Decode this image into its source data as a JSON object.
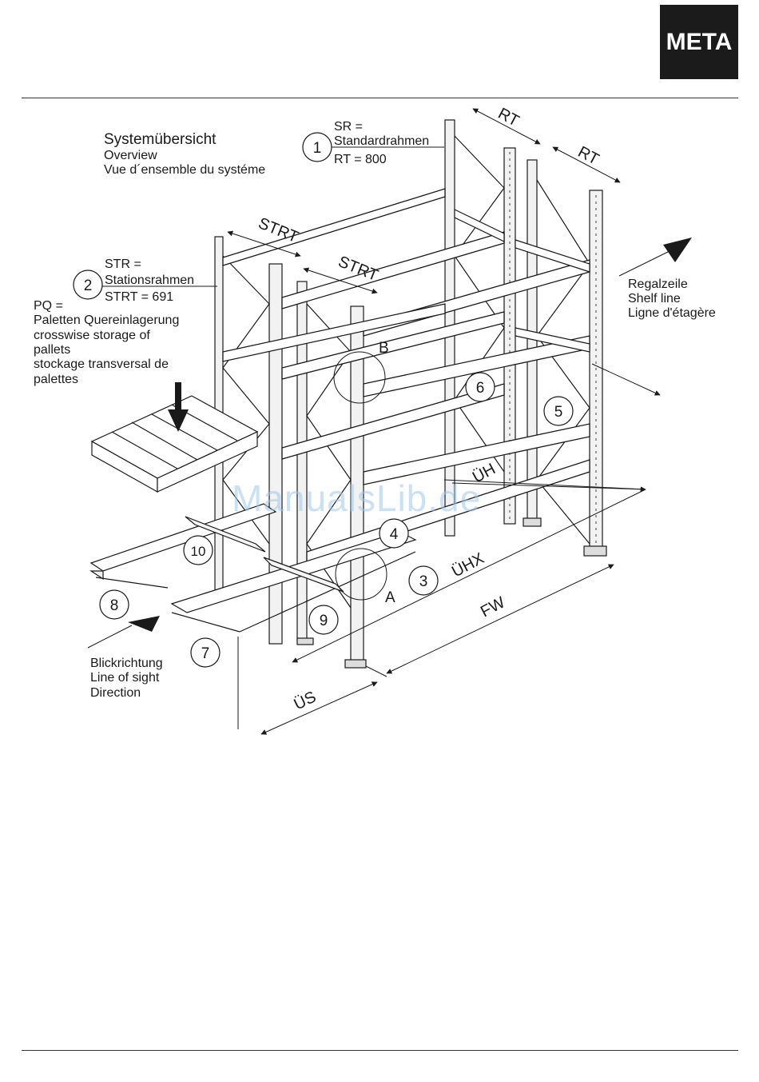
{
  "logo": {
    "text": "META"
  },
  "overview": {
    "title": "Systemübersicht",
    "line2": "Overview",
    "line3": "Vue d´ensemble du systéme"
  },
  "callouts": {
    "c1": {
      "num": "1",
      "l1": "SR =",
      "l2": "Standardrahmen",
      "l3": "RT = 800"
    },
    "c2": {
      "num": "2",
      "l1": "STR =",
      "l2": "Stationsrahmen",
      "l3": "STRT = 691"
    }
  },
  "pq": [
    "PQ =",
    "Paletten Quereinlagerung",
    "crosswise storage of",
    "pallets",
    "stockage transversal de",
    "palettes"
  ],
  "shelf_line": [
    "Regalzeile",
    "Shelf line",
    "Ligne d'étagère"
  ],
  "sight": [
    "Blickrichtung",
    "Line of sight",
    "Direction"
  ],
  "numbers": [
    "3",
    "4",
    "5",
    "6",
    "7",
    "8",
    "9",
    "10"
  ],
  "detail_labels": {
    "a": "A",
    "b": "B"
  },
  "dimensions": {
    "rt1": "RT",
    "rt2": "RT",
    "strt1": "STRT",
    "strt2": "STRT",
    "uh": "ÜH",
    "uhx": "ÜHX",
    "fw": "FW",
    "us": "ÜS"
  },
  "watermark": "ManualsLib.de"
}
